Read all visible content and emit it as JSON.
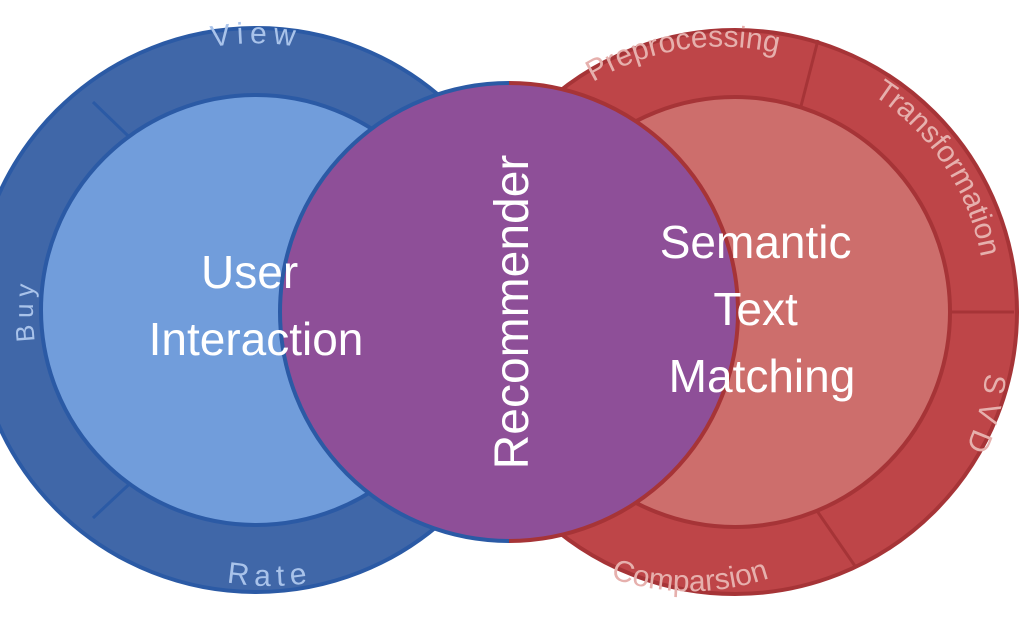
{
  "left_circle": {
    "title_lines": [
      "User",
      "Interaction"
    ],
    "segments": [
      "View",
      "Buy",
      "Rate"
    ],
    "colors": {
      "ring": "#4067a8",
      "inner": "#719ddb",
      "outline": "#2b5aa5",
      "segment_text": "#a9c3ea"
    }
  },
  "right_circle": {
    "title_lines": [
      "Semantic",
      "Text",
      "Matching"
    ],
    "segments": [
      "Preprocessing",
      "Transformation",
      "SVD",
      "Comparsion"
    ],
    "colors": {
      "ring": "#be4548",
      "inner": "#cd6e6c",
      "outline": "#a63437",
      "segment_text": "#e6b0ad"
    }
  },
  "overlap": {
    "label": "Recommender",
    "color": "#8e4f98"
  }
}
